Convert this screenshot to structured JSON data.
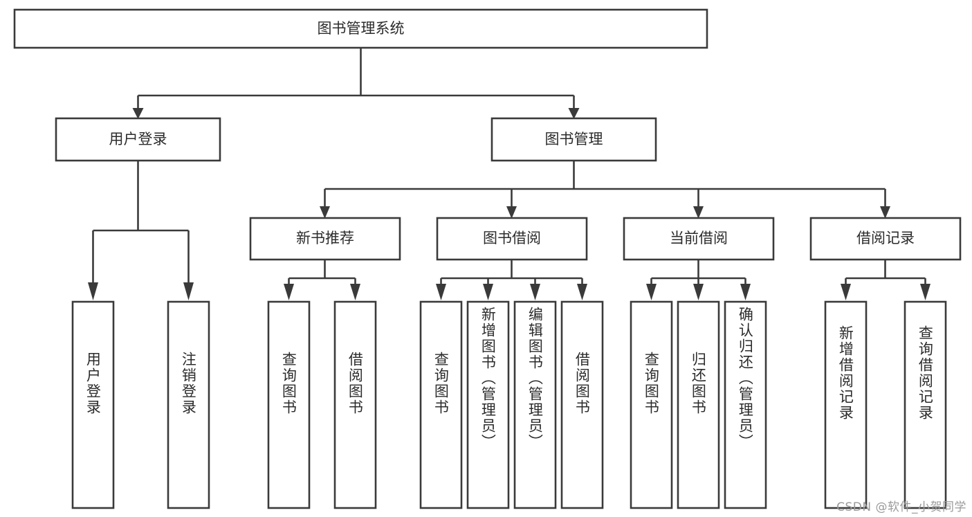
{
  "diagram": {
    "type": "tree-hierarchy",
    "title": "图书管理系统",
    "root": {
      "label": "图书管理系统",
      "orientation": "horizontal"
    },
    "level2": [
      {
        "label": "用户登录",
        "orientation": "horizontal"
      },
      {
        "label": "图书管理",
        "orientation": "horizontal"
      }
    ],
    "level3": [
      {
        "label": "新书推荐",
        "orientation": "horizontal"
      },
      {
        "label": "图书借阅",
        "orientation": "horizontal"
      },
      {
        "label": "当前借阅",
        "orientation": "horizontal"
      },
      {
        "label": "借阅记录",
        "orientation": "horizontal"
      }
    ],
    "leaves": {
      "user_login": [
        {
          "label": "用户登录",
          "orientation": "vertical"
        },
        {
          "label": "注销登录",
          "orientation": "vertical"
        }
      ],
      "new_book_recommend": [
        {
          "label": "查询图书",
          "orientation": "vertical"
        },
        {
          "label": "借阅图书",
          "orientation": "vertical"
        }
      ],
      "book_borrow": [
        {
          "label": "查询图书",
          "orientation": "vertical"
        },
        {
          "label": "新增图书（管理员）",
          "orientation": "vertical"
        },
        {
          "label": "编辑图书（管理员）",
          "orientation": "vertical"
        },
        {
          "label": "借阅图书",
          "orientation": "vertical"
        }
      ],
      "current_borrow": [
        {
          "label": "查询图书",
          "orientation": "vertical"
        },
        {
          "label": "归还图书",
          "orientation": "vertical"
        },
        {
          "label": "确认归还（管理员）",
          "orientation": "vertical"
        }
      ],
      "borrow_record": [
        {
          "label": "新增借阅记录",
          "orientation": "vertical"
        },
        {
          "label": "查询借阅记录",
          "orientation": "vertical"
        }
      ]
    },
    "colors": {
      "box_stroke": "#3a3a3a",
      "box_fill": "#ffffff",
      "text": "#2b2b2b",
      "connector": "#3a3a3a",
      "background": "#ffffff",
      "watermark": "#9a9a9a"
    }
  },
  "watermark": {
    "text": "CSDN @软件_小贺同学"
  }
}
